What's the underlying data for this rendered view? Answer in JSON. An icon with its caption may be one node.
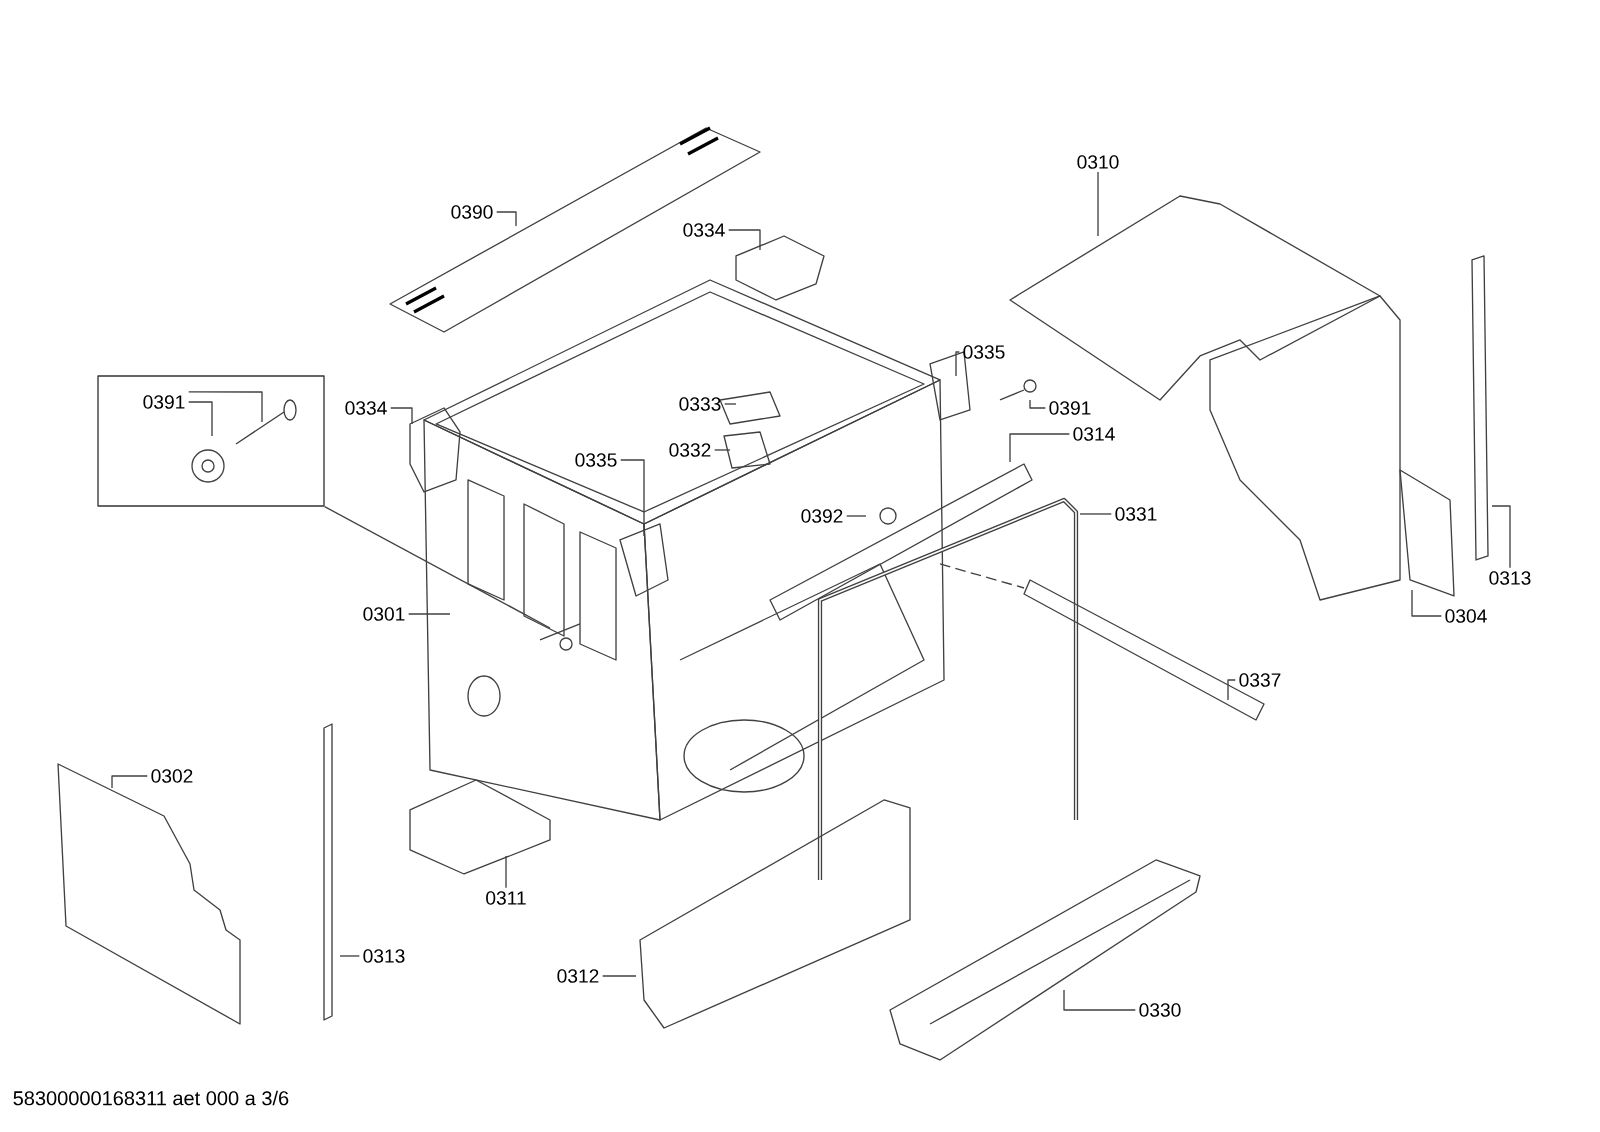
{
  "diagram": {
    "nodes": [
      {
        "text": [],
        "shape": "box"
      },
      {
        "text": [
          "0391"
        ],
        "in": 0
      },
      {
        "text": [
          "0390"
        ]
      },
      {
        "text": [
          "0334"
        ]
      },
      {
        "text": [
          "0310"
        ]
      },
      {
        "text": [
          "0335"
        ]
      },
      {
        "text": [
          "0334"
        ]
      },
      {
        "text": [
          "0333"
        ]
      },
      {
        "text": [
          "0391"
        ]
      },
      {
        "text": [
          "0332"
        ]
      },
      {
        "text": [
          "0314"
        ]
      },
      {
        "text": [
          "0335"
        ]
      },
      {
        "text": [
          "0392"
        ]
      },
      {
        "text": [
          "0331"
        ]
      },
      {
        "text": [
          "0313"
        ]
      },
      {
        "text": [
          "0304"
        ]
      },
      {
        "text": [
          "0301"
        ]
      },
      {
        "text": [
          "0337"
        ]
      },
      {
        "text": [
          "0302"
        ]
      },
      {
        "text": [
          "0311"
        ]
      },
      {
        "text": [
          "0313"
        ]
      },
      {
        "text": [
          "0312"
        ]
      },
      {
        "text": [
          "0330"
        ]
      }
    ],
    "edges": [
      {
        "from": 1,
        "to": null,
        "arrow": "none"
      },
      {
        "from": 1,
        "to": null,
        "arrow": "none"
      },
      {
        "from": 0,
        "to": null,
        "arrow": "none"
      },
      {
        "from": 2,
        "to": null,
        "arrow": "none"
      },
      {
        "from": 3,
        "to": null,
        "arrow": "none"
      },
      {
        "from": 4,
        "to": null,
        "arrow": "none"
      },
      {
        "from": 5,
        "to": null,
        "arrow": "none"
      },
      {
        "from": 6,
        "to": null,
        "arrow": "none"
      },
      {
        "from": 7,
        "to": null,
        "arrow": "none"
      },
      {
        "from": 8,
        "to": null,
        "arrow": "none"
      },
      {
        "from": 9,
        "to": null,
        "arrow": "none"
      },
      {
        "from": 10,
        "to": null,
        "arrow": "none"
      },
      {
        "from": 11,
        "to": null,
        "arrow": "none"
      },
      {
        "from": 12,
        "to": null,
        "arrow": "none"
      },
      {
        "from": 13,
        "to": null,
        "arrow": "none"
      },
      {
        "from": 14,
        "to": null,
        "arrow": "none"
      },
      {
        "from": 15,
        "to": null,
        "arrow": "none"
      },
      {
        "from": 16,
        "to": null,
        "arrow": "none"
      },
      {
        "from": 17,
        "to": null,
        "arrow": "none"
      },
      {
        "from": 18,
        "to": null,
        "arrow": "none"
      },
      {
        "from": 19,
        "to": null,
        "arrow": "none"
      },
      {
        "from": 20,
        "to": null,
        "arrow": "none"
      },
      {
        "from": 21,
        "to": null,
        "arrow": "none"
      },
      {
        "from": 22,
        "to": null,
        "arrow": "none"
      }
    ],
    "labels": [
      "58300000168311 aet 000 a 3/6"
    ]
  }
}
